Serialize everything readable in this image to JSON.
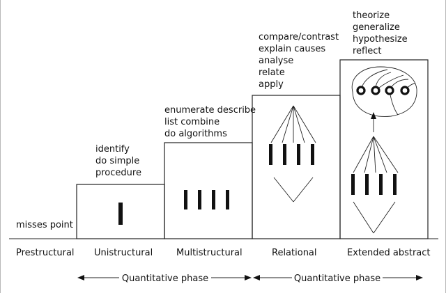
{
  "levels": [
    {
      "label": "Prestructural",
      "verbs": [
        "misses point"
      ]
    },
    {
      "label": "Unistructural",
      "verbs": [
        "identify",
        "do simple",
        "procedure"
      ]
    },
    {
      "label": "Multistructural",
      "verbs": [
        "enumerate describe",
        "list combine",
        "do algorithms"
      ]
    },
    {
      "label": "Relational",
      "verbs": [
        "compare/contrast",
        "explain causes",
        "analyse",
        "relate",
        "apply"
      ]
    },
    {
      "label": "Extended abstract",
      "verbs": [
        "theorize",
        "generalize",
        "hypothesize",
        "reflect"
      ]
    }
  ],
  "phases": [
    {
      "label": "Quantitative phase"
    },
    {
      "label": "Quantitative phase"
    }
  ]
}
